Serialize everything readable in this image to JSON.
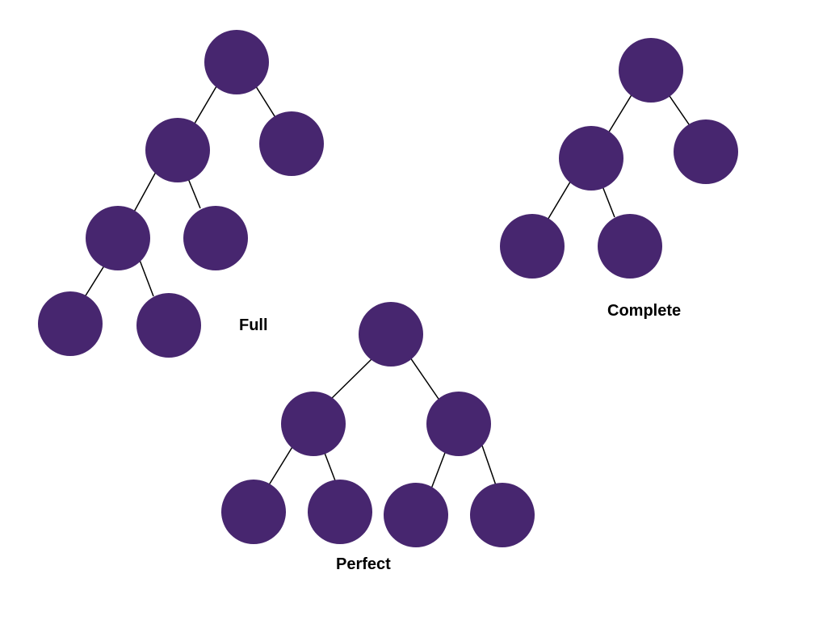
{
  "colors": {
    "node_fill": "#47266f",
    "edge": "#000000",
    "label": "#000000"
  },
  "trees": {
    "full": {
      "label": "Full"
    },
    "complete": {
      "label": "Complete"
    },
    "perfect": {
      "label": "Perfect"
    }
  }
}
